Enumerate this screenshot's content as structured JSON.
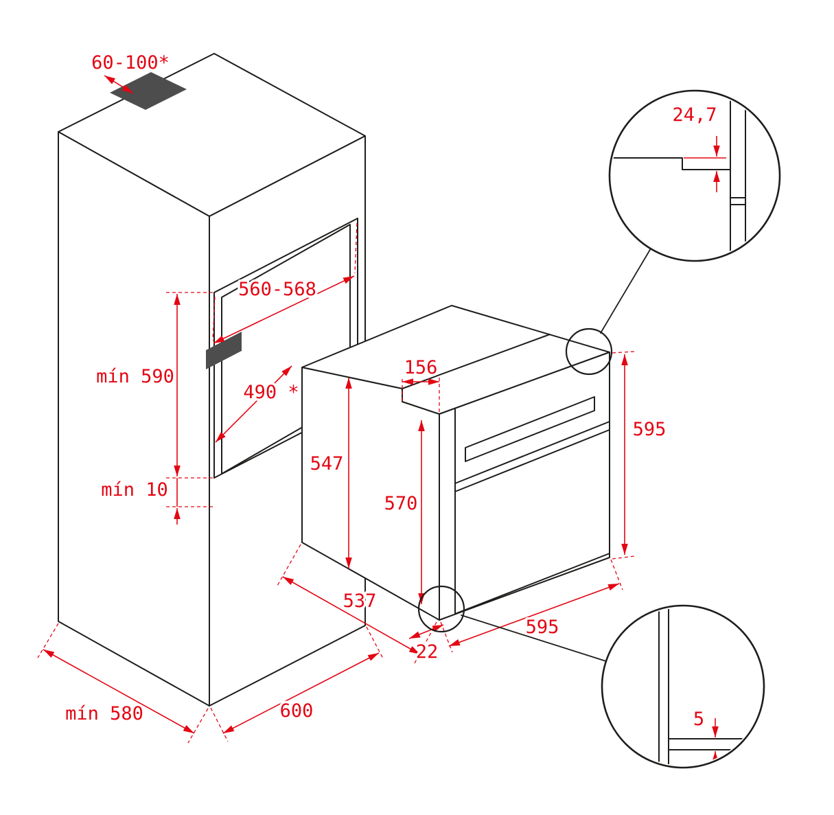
{
  "colors": {
    "line": "#1d1d1b",
    "dimension": "#e30613",
    "shading": "#4d4d4d",
    "background": "#ffffff"
  },
  "cabinet": {
    "vent_cutout": "60-100*",
    "niche_width": "560-568",
    "niche_height": "mín 590",
    "niche_depth": "490 *",
    "bottom_clearance": "mín 10",
    "depth": "mín 580",
    "width": "600"
  },
  "oven": {
    "body_height": "547",
    "door_height": "570",
    "top_recess": "156",
    "height": "595",
    "width": "595",
    "body_depth": "537",
    "frame_edge": "22"
  },
  "details": {
    "top_overlap": "24,7",
    "bottom_gap": "5"
  }
}
